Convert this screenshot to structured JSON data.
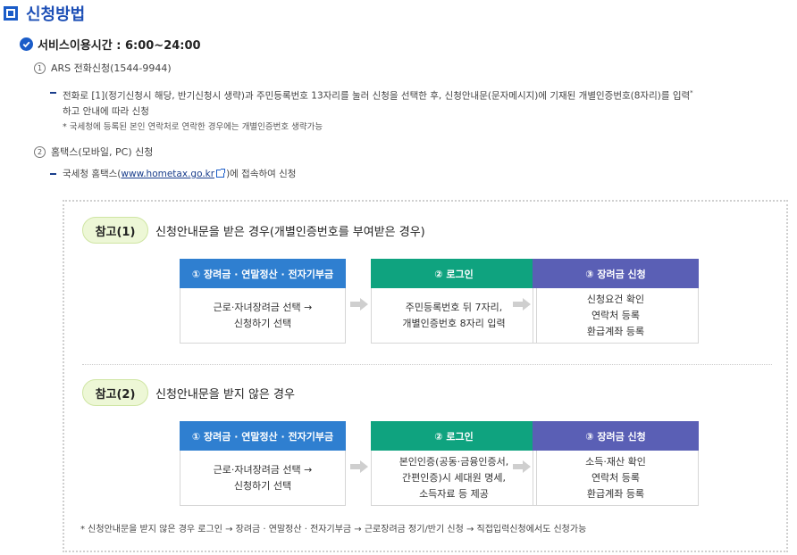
{
  "title": "신청방법",
  "service_hours": "서비스이용시간 : 6:00~24:00",
  "method1": {
    "num": "1",
    "label": "ARS 전화신청(1544-9944)",
    "desc_line1": "전화로 [1](정기신청시 해당, 반기신청시 생략)과 주민등록번호 13자리를 눌러 신청을 선택한 후, 신청안내문(문자메시지)에 기재된 개별인증번호(8자리)를 입력",
    "desc_line1_mark": "*",
    "desc_line2": "하고 안내에 따라 신청",
    "note": "* 국세청에 등록된 본인 연락처로 연락한 경우에는 개별인증번호 생략가능"
  },
  "method2": {
    "num": "2",
    "label": "홈택스(모바일, PC) 신청",
    "desc_prefix": "국세청 홈택스(",
    "link_text": "www.hometax.go.kr",
    "desc_suffix": ")에 접속하여 신청"
  },
  "ref1": {
    "pill": "참고(1)",
    "title": "신청안내문을 받은 경우(개별인증번호를 부여받은 경우)",
    "steps": [
      {
        "head": "① 장려금 · 연말정산 · 전자기부금",
        "body": "근로·자녀장려금 선택 →\n신청하기 선택"
      },
      {
        "head": "② 로그인",
        "body": "주민등록번호 뒤 7자리,\n개별인증번호 8자리 입력"
      },
      {
        "head": "③ 장려금 신청",
        "body": "신청요건 확인\n연락처 등록\n환급계좌 등록"
      }
    ]
  },
  "ref2": {
    "pill": "참고(2)",
    "title": "신청안내문을 받지 않은 경우",
    "steps": [
      {
        "head": "① 장려금 · 연말정산 · 전자기부금",
        "body": "근로·자녀장려금 선택 →\n신청하기 선택"
      },
      {
        "head": "② 로그인",
        "body": "본인인증(공동·금융인증서,\n간편인증)시 세대원 명세,\n소득자료 등 제공"
      },
      {
        "head": "③ 장려금 신청",
        "body": "소득·재산 확인\n연락처 등록\n환급계좌 등록"
      }
    ]
  },
  "footer_note": "* 신청안내문을 받지 않은 경우 로그인 → 장려금 · 연말정산 · 전자기부금 → 근로장려금 정기/반기 신청 → 직접입력신청에서도 신청가능",
  "colors": {
    "step1": "#2f7fd0",
    "step2": "#0fa37f",
    "step3": "#5a5fb5",
    "accent": "#1a5cc8"
  }
}
